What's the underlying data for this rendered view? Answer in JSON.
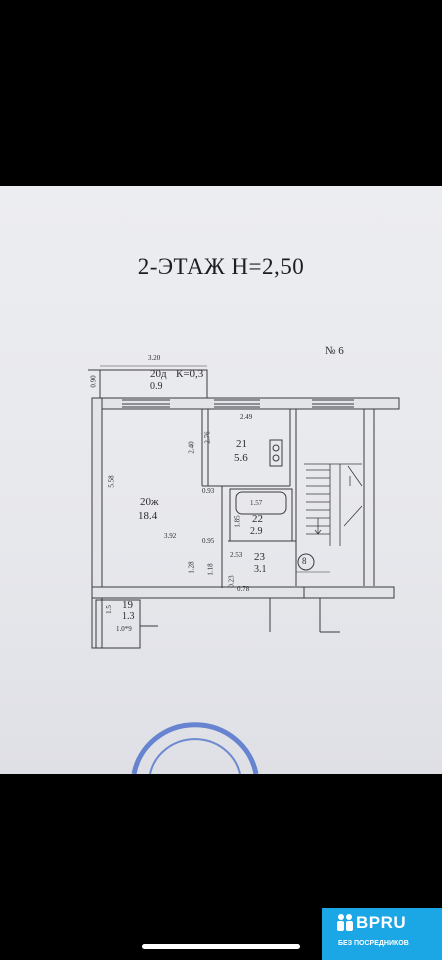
{
  "floorplan": {
    "title": "2-ЭТАЖ  Н=2,50",
    "apartment_no": "№ 6",
    "coefficient": "К=0,3",
    "rooms": {
      "balcony": {
        "id": "20д",
        "area": "0.9"
      },
      "living": {
        "id": "20ж",
        "area": "18.4"
      },
      "kitchen": {
        "id": "21",
        "area": "5.6"
      },
      "bath": {
        "id": "22",
        "area": "2.9"
      },
      "hall": {
        "id": "23",
        "area": "3.1"
      },
      "closet": {
        "id": "19",
        "area": "1.3"
      }
    },
    "dimensions": {
      "d320": "3.20",
      "d090": "0.90",
      "d249": "2.49",
      "d276": "2.76",
      "d240": "2.40",
      "d558": "5.58",
      "d093": "0.93",
      "d157": "1.57",
      "d185": "1.85",
      "d392": "3.92",
      "d095": "0.95",
      "d253": "2.53",
      "d128": "1.28",
      "d118": "1.18",
      "d023": "0.23",
      "d078": "0.78",
      "d15": "1.5",
      "d109": "1.0*9"
    },
    "marker": "8"
  },
  "branding": {
    "logo_text": "BPRU",
    "logo_sub": "БЕЗ ПОСРЕДНИКОВ"
  },
  "colors": {
    "background": "#000000",
    "paper": "#ecedf1",
    "ink": "#2a2a2f",
    "stamp": "#3f64c8",
    "logo_bg": "#1ba7e5"
  }
}
